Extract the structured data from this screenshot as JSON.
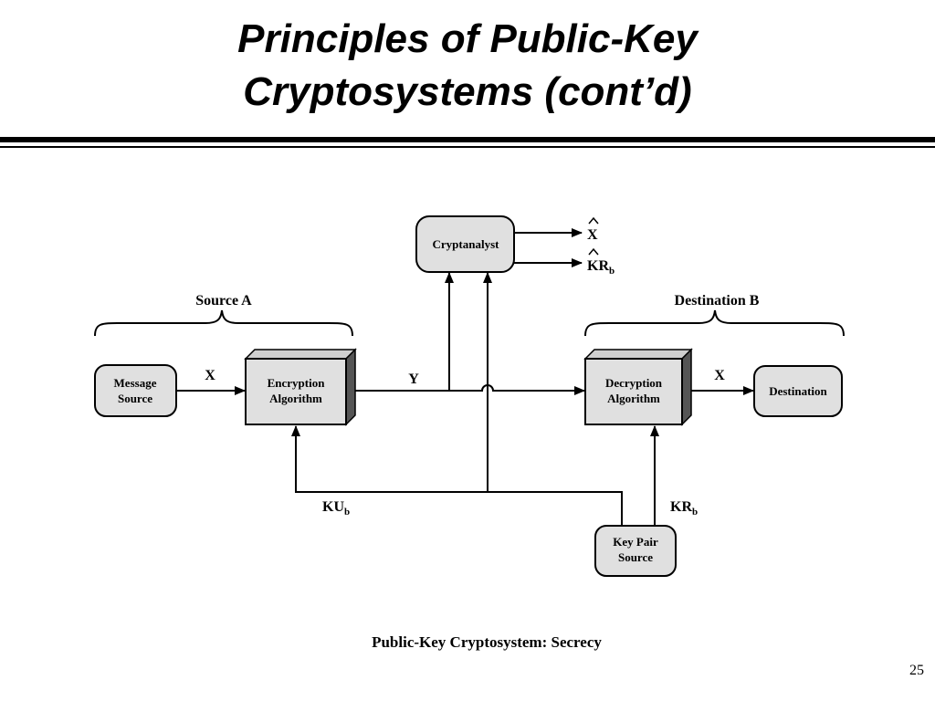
{
  "slide": {
    "title_line1": "Principles of Public-Key",
    "title_line2": "Cryptosystems (cont’d)",
    "page_number": "25"
  },
  "diagram": {
    "caption": "Public-Key Cryptosystem: Secrecy",
    "groups": {
      "source": "Source A",
      "destination": "Destination B"
    },
    "nodes": {
      "message_source": [
        "Message",
        "Source"
      ],
      "encryption": [
        "Encryption",
        "Algorithm"
      ],
      "decryption": [
        "Decryption",
        "Algorithm"
      ],
      "destination": "Destination",
      "cryptanalyst": "Cryptanalyst",
      "key_pair_source": [
        "Key Pair",
        "Source"
      ]
    },
    "edges": {
      "plaintext": "X",
      "ciphertext": "Y",
      "plaintext_out": "X",
      "public_key": "KU",
      "public_key_sub": "b",
      "private_key": "KR",
      "private_key_sub": "b",
      "est_plaintext": "X",
      "est_key": "KR",
      "est_key_sub": "b"
    }
  }
}
